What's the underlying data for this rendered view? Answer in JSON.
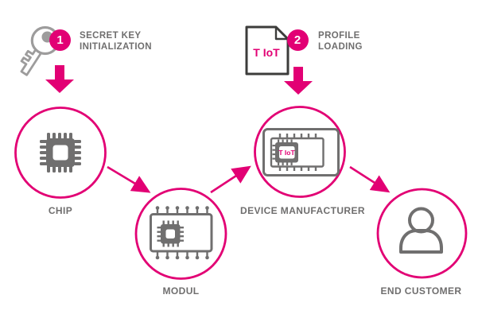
{
  "colors": {
    "magenta": "#E20074",
    "icon_gray": "#706F6F",
    "key_gray": "#9D9C9C",
    "document_outline": "#3C3C3B",
    "background": "#FFFFFF"
  },
  "steps": [
    {
      "number": "1",
      "label_line1": "SECRET KEY",
      "label_line2": "INITIALIZATION"
    },
    {
      "number": "2",
      "label_line1": "PROFILE",
      "label_line2": "LOADING"
    }
  ],
  "nodes": [
    {
      "id": "chip",
      "label": "CHIP"
    },
    {
      "id": "modul",
      "label": "MODUL"
    },
    {
      "id": "device-manufacturer",
      "label": "DEVICE MANUFACTURER"
    },
    {
      "id": "end-customer",
      "label": "END CUSTOMER"
    }
  ],
  "logos": {
    "document_file": "T IoT",
    "device_chip": "T IoT"
  }
}
